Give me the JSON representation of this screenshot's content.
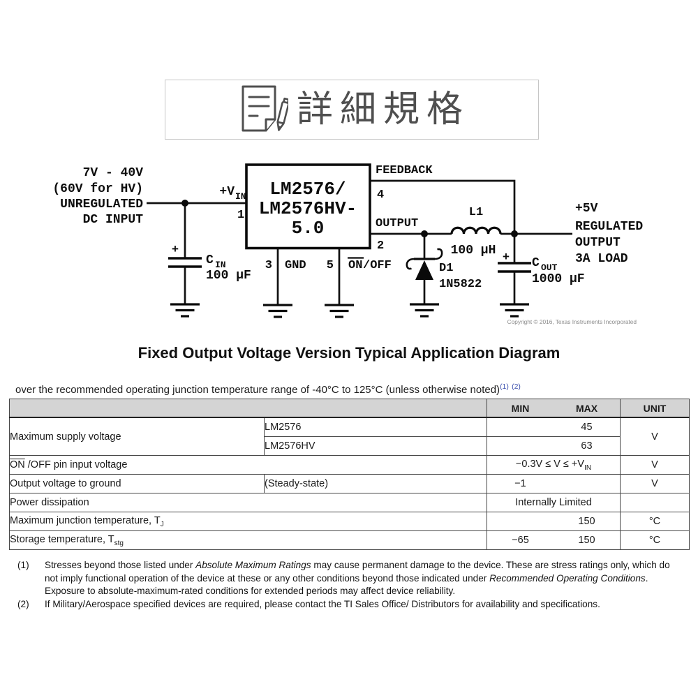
{
  "title": {
    "text": "詳細規格",
    "icon": "document-pen-icon"
  },
  "circuit": {
    "input_lines": [
      "7V - 40V",
      "(60V for HV)",
      "UNREGULATED",
      "DC INPUT"
    ],
    "vin_main": "+V",
    "vin_sub": "IN",
    "pin1": "1",
    "pin2": "2",
    "pin3": "3",
    "pin4": "4",
    "pin5": "5",
    "ic_lines": [
      "LM2576/",
      "LM2576HV-",
      "5.0"
    ],
    "feedback_label": "FEEDBACK",
    "output_label": "OUTPUT",
    "gnd_label": "GND",
    "onoff_over": "ON",
    "onoff_rest": "/OFF",
    "cin_main": "C",
    "cin_sub": "IN",
    "cin_value": "100 µF",
    "cin_plus": "+",
    "d1_name": "D1",
    "d1_part": "1N5822",
    "l1_name": "L1",
    "l1_value": "100 µH",
    "cout_main": "C",
    "cout_sub": "OUT",
    "cout_value": "1000 µF",
    "cout_plus": "+",
    "output_lines": [
      "+5V",
      "REGULATED",
      "OUTPUT",
      "3A LOAD"
    ],
    "copyright": "Copyright © 2016, Texas Instruments Incorporated"
  },
  "caption": "Fixed Output Voltage Version Typical Application Diagram",
  "intro": {
    "text": "over the recommended operating junction temperature range of -40°C to 125°C (unless otherwise noted)",
    "sup1": "(1)",
    "sup2": "(2)"
  },
  "table": {
    "headers": {
      "min": "MIN",
      "max": "MAX",
      "unit": "UNIT"
    },
    "supply": {
      "param": "Maximum supply voltage",
      "cond1": "LM2576",
      "max1": "45",
      "cond2": "LM2576HV",
      "max2": "63",
      "unit": "V"
    },
    "onoff": {
      "param_over": "ON",
      "param_rest": " /OFF pin input voltage",
      "value_main": "−0.3V ≤ V ≤ +V",
      "value_sub": "IN",
      "unit": "V"
    },
    "outv": {
      "param": "Output voltage to ground",
      "cond": "(Steady-state)",
      "min": "−1",
      "unit": "V"
    },
    "power": {
      "param": "Power dissipation",
      "value": "Internally Limited",
      "unit": ""
    },
    "junction": {
      "param": "Maximum junction temperature, T",
      "param_sub": "J",
      "max": "150",
      "unit": "°C"
    },
    "storage": {
      "param": "Storage temperature, T",
      "param_sub": "stg",
      "min": "−65",
      "max": "150",
      "unit": "°C"
    }
  },
  "footnotes": {
    "n1": {
      "marker": "(1)",
      "s1": "Stresses beyond those listed under ",
      "i1": "Absolute Maximum Ratings",
      "s2": " may cause permanent damage to the device. These are stress ratings only, which do not imply functional operation of the device at these or any other conditions beyond those indicated under ",
      "i2": "Recommended Operating Conditions",
      "s3": ". Exposure to absolute-maximum-rated conditions for extended periods may affect device reliability."
    },
    "n2": {
      "marker": "(2)",
      "text": "If Military/Aerospace specified devices are required, please contact the TI Sales Office/ Distributors for availability and specifications."
    }
  },
  "colors": {
    "link_blue": "#3c50ae",
    "table_header_gray": "#d4d4d4",
    "title_gray": "#4f4f4f"
  }
}
